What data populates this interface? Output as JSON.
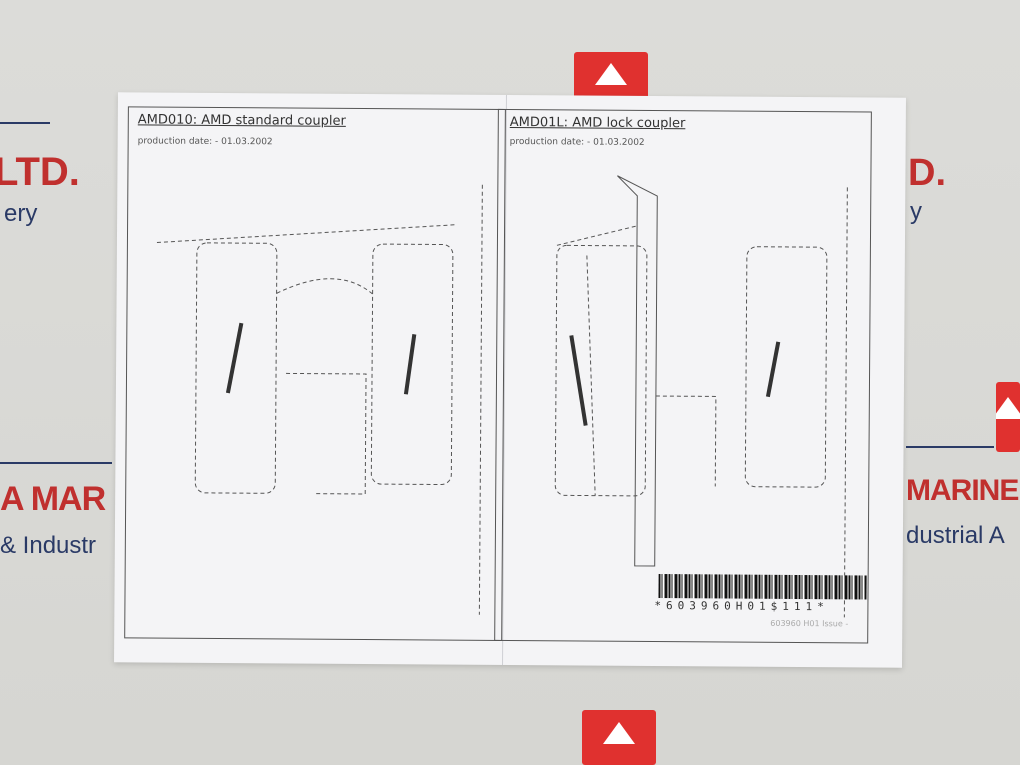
{
  "background": {
    "left_brand_top": "LTD.",
    "left_sub_top": "ery",
    "left_brand_mid": "A MAR",
    "left_sub_mid": "& Industr",
    "right_brand_top": "D.",
    "right_sub_top": "y",
    "right_brand_mid": "MARINE",
    "right_sub_mid": "dustrial A",
    "brand_color": "#e0312f"
  },
  "sheet": {
    "left": {
      "title": "AMD010:  AMD standard coupler",
      "date": "production date: - 01.03.2002"
    },
    "right": {
      "title": "AMD01L:  AMD lock coupler",
      "date": "production date: - 01.03.2002"
    },
    "barcode": "*603960H01$111*",
    "footnote": "603960 H01   Issue -"
  }
}
